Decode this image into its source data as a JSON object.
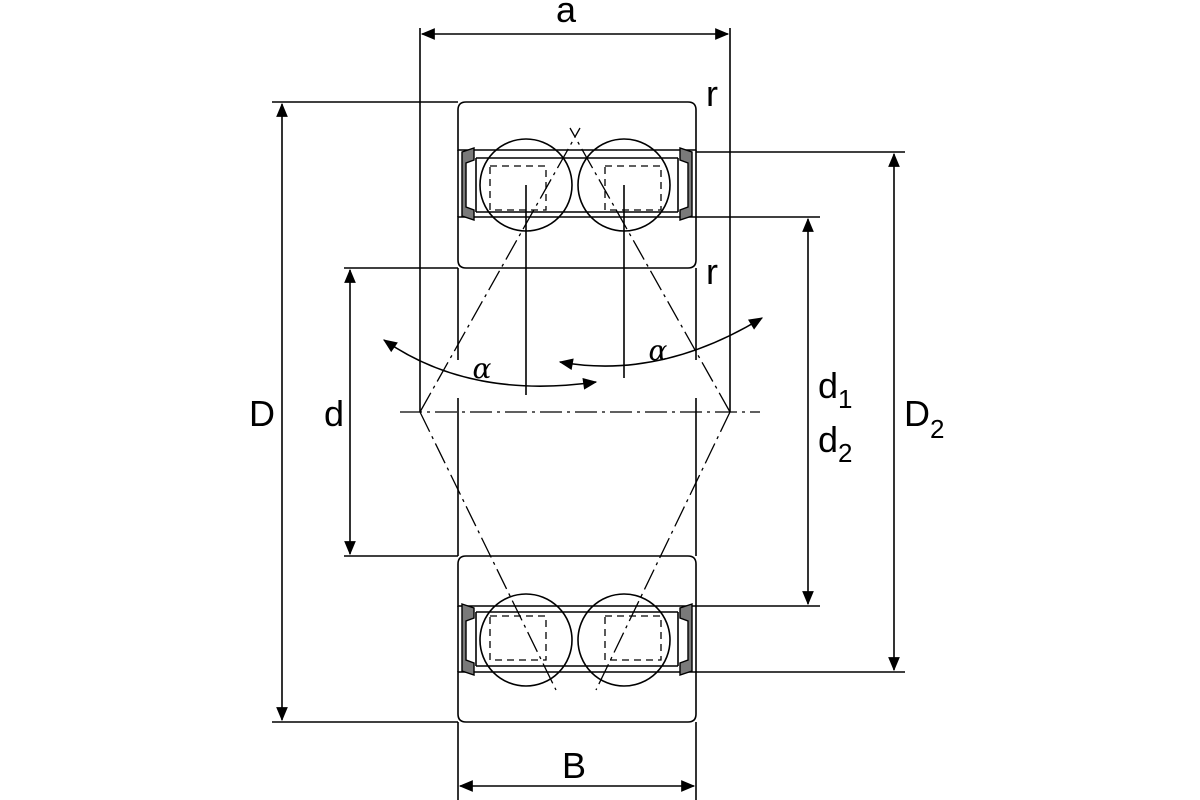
{
  "labels": {
    "a": "a",
    "r_top": "r",
    "r_mid": "r",
    "alpha_left": "α",
    "alpha_right": "α",
    "D": "D",
    "d": "d",
    "d1_main": "d",
    "d1_sub": "1",
    "d2_main": "d",
    "d2_sub": "2",
    "D2_main": "D",
    "D2_sub": "2",
    "B": "B"
  },
  "colors": {
    "line": "#000000",
    "seal": "#7a7a7a",
    "background": "#ffffff"
  }
}
